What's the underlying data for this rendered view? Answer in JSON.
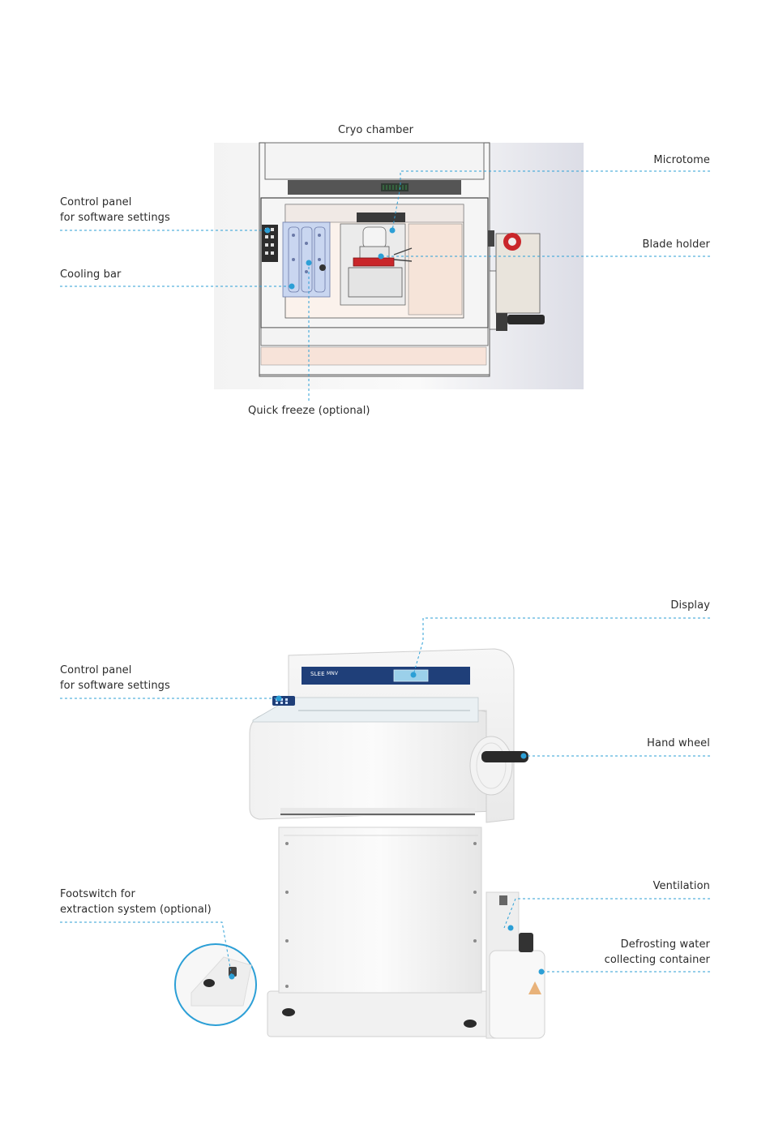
{
  "top": {
    "labels": {
      "cryo_chamber": "Cryo chamber",
      "microtome": "Microtome",
      "control_panel": "Control panel\nfor software settings",
      "blade_holder": "Blade holder",
      "cooling_bar": "Cooling bar",
      "quick_freeze": "Quick freeze (optional)"
    }
  },
  "bottom": {
    "labels": {
      "display": "Display",
      "control_panel": "Control panel\nfor software settings",
      "hand_wheel": "Hand wheel",
      "footswitch": "Footswitch for\nextraction system (optional)",
      "ventilation": "Ventilation",
      "defrosting": "Defrosting water\ncollecting container"
    },
    "brand": "SLEE",
    "model": "MNV"
  },
  "colors": {
    "callout": "#2c9fd6",
    "panel_blue": "#1f3f79",
    "cooling_blue": "#c9d6f0"
  }
}
